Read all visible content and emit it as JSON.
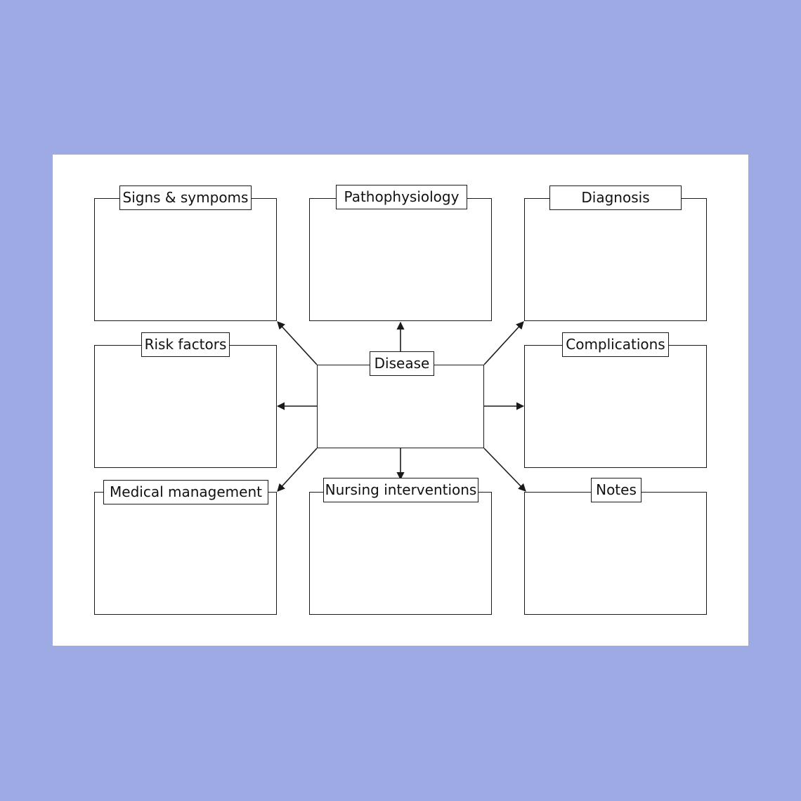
{
  "diagram": {
    "center": {
      "label": "Disease"
    },
    "boxes": [
      {
        "id": "signs",
        "label": "Signs & sympoms"
      },
      {
        "id": "pathophysiology",
        "label": "Pathophysiology"
      },
      {
        "id": "diagnosis",
        "label": "Diagnosis"
      },
      {
        "id": "risk",
        "label": "Risk factors"
      },
      {
        "id": "complications",
        "label": "Complications"
      },
      {
        "id": "medical",
        "label": "Medical management"
      },
      {
        "id": "nursing",
        "label": "Nursing interventions"
      },
      {
        "id": "notes",
        "label": "Notes"
      }
    ]
  },
  "colors": {
    "background": "#9eaae4",
    "sheet": "#ffffff",
    "line": "#1a1a1a"
  }
}
